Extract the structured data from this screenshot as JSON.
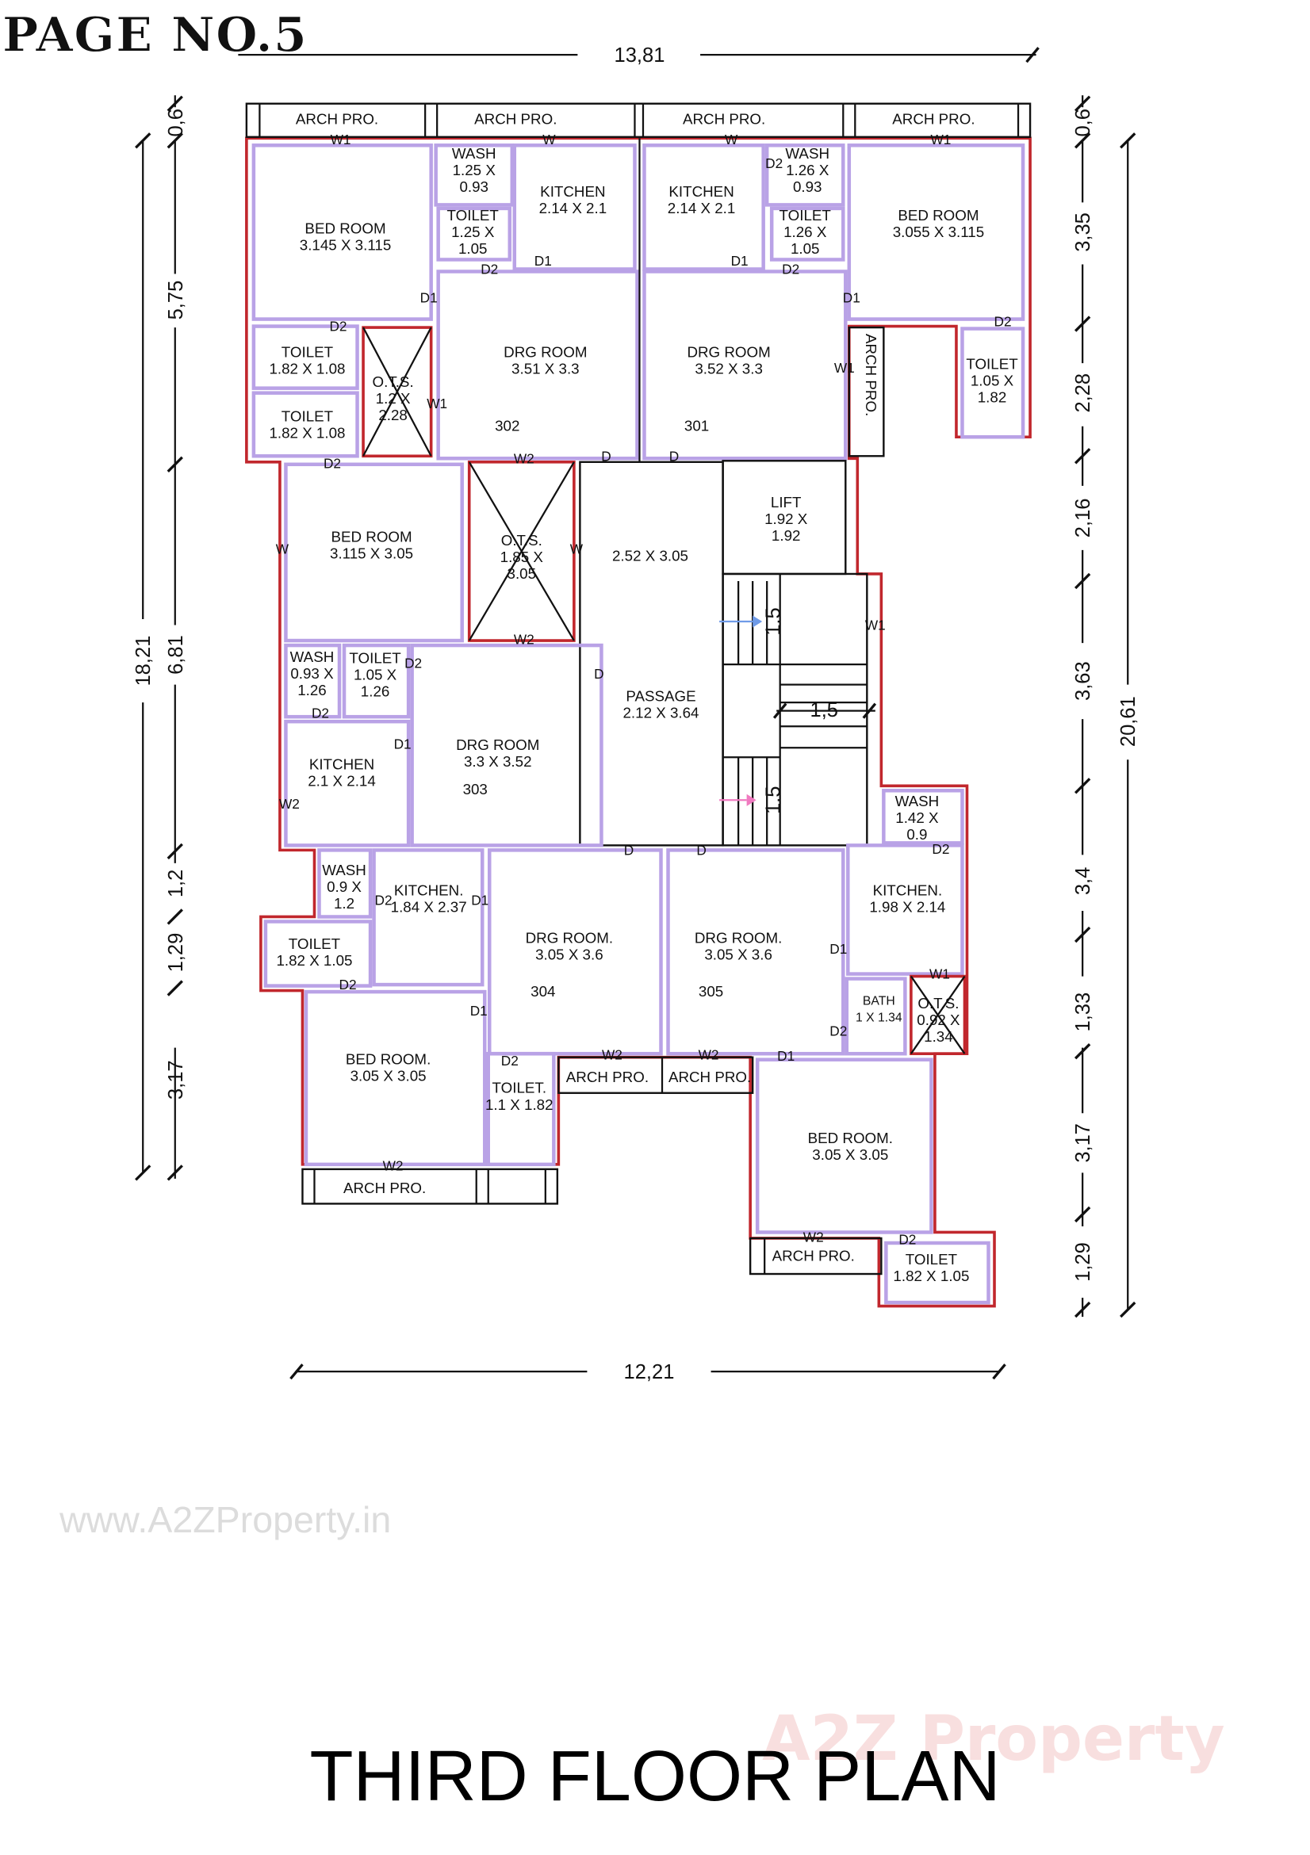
{
  "page_label": "PAGE NO.5",
  "title": "THIRD FLOOR PLAN",
  "watermark_url": "www.A2ZProperty.in",
  "logo_text": "A2Z Property",
  "colors": {
    "outer_wall": "#c1272d",
    "inner_wall": "#b9a2e6",
    "lines": "#111111",
    "up_arrow": "#6f9be8",
    "down_arrow": "#f07ac0"
  },
  "rooms": [
    {
      "lines": [
        "BED ROOM",
        "3.145 X 3.115"
      ]
    },
    {
      "lines": [
        "WASH",
        "1.25 X",
        "0.93"
      ]
    },
    {
      "lines": [
        "TOILET",
        "1.25 X",
        "1.05"
      ]
    },
    {
      "lines": [
        "KITCHEN",
        "2.14 X 2.1"
      ]
    },
    {
      "lines": [
        "TOILET",
        "1.82 X 1.08"
      ]
    },
    {
      "lines": [
        "TOILET",
        "1.82 X 1.08"
      ]
    },
    {
      "lines": [
        "O.T.S.",
        "1.2 X",
        "2.28"
      ]
    },
    {
      "lines": [
        "DRG ROOM",
        "3.51 X 3.3"
      ]
    },
    {
      "lines": [
        "302"
      ]
    },
    {
      "lines": [
        "KITCHEN",
        "2.14 X 2.1"
      ]
    },
    {
      "lines": [
        "WASH",
        "1.26 X",
        "0.93"
      ]
    },
    {
      "lines": [
        "TOILET",
        "1.26 X",
        "1.05"
      ]
    },
    {
      "lines": [
        "BED ROOM",
        "3.055 X 3.115"
      ]
    },
    {
      "lines": [
        "TOILET",
        "1.05 X",
        "1.82"
      ]
    },
    {
      "lines": [
        "DRG ROOM",
        "3.52 X 3.3"
      ]
    },
    {
      "lines": [
        "301"
      ]
    },
    {
      "lines": [
        "BED ROOM",
        "3.115 X 3.05"
      ]
    },
    {
      "lines": [
        "O.T.S.",
        "1.85 X",
        "3.05"
      ]
    },
    {
      "lines": [
        "2.52 X 3.05"
      ]
    },
    {
      "lines": [
        "LIFT",
        "1.92 X",
        "1.92"
      ]
    },
    {
      "lines": [
        "WASH",
        "0.93 X",
        "1.26"
      ]
    },
    {
      "lines": [
        "TOILET",
        "1.05 X",
        "1.26"
      ]
    },
    {
      "lines": [
        "PASSAGE",
        "2.12 X 3.64"
      ]
    },
    {
      "lines": [
        "DRG ROOM",
        "3.3 X 3.52"
      ]
    },
    {
      "lines": [
        "303"
      ]
    },
    {
      "lines": [
        "KITCHEN",
        "2.1 X 2.14"
      ]
    },
    {
      "lines": [
        "WASH",
        "0.9 X",
        "1.2"
      ]
    },
    {
      "lines": [
        "KITCHEN.",
        "1.84 X 2.37"
      ]
    },
    {
      "lines": [
        "TOILET",
        "1.82 X 1.05"
      ]
    },
    {
      "lines": [
        "DRG ROOM.",
        "3.05 X 3.6"
      ]
    },
    {
      "lines": [
        "304"
      ]
    },
    {
      "lines": [
        "DRG ROOM.",
        "3.05 X 3.6"
      ]
    },
    {
      "lines": [
        "305"
      ]
    },
    {
      "lines": [
        "BED ROOM.",
        "3.05 X 3.05"
      ]
    },
    {
      "lines": [
        "TOILET.",
        "1.1 X 1.82"
      ]
    },
    {
      "lines": [
        "WASH",
        "1.42 X",
        "0.9"
      ]
    },
    {
      "lines": [
        "KITCHEN.",
        "1.98 X 2.14"
      ]
    },
    {
      "lines": [
        "BATH",
        "1 X 1.34"
      ]
    },
    {
      "lines": [
        "O.T.S.",
        "0.92 X",
        "1.34"
      ]
    },
    {
      "lines": [
        "BED ROOM.",
        "3.05 X 3.05"
      ]
    },
    {
      "lines": [
        "TOILET",
        "1.82 X 1.05"
      ]
    }
  ],
  "arch_pro": [
    "ARCH PRO.",
    "ARCH PRO.",
    "ARCH PRO.",
    "ARCH PRO.",
    "ARCH PRO.",
    "ARCH PRO.",
    "ARCH PRO.",
    "ARCH PRO.",
    "ARCH PRO."
  ],
  "openings": [
    "W1",
    "W",
    "W",
    "W1",
    "D2",
    "D1",
    "D1",
    "D2",
    "W1",
    "W2",
    "D",
    "D2",
    "D2",
    "D1",
    "D2",
    "D1",
    "D2",
    "W1",
    "D",
    "W",
    "W",
    "W2",
    "W1",
    "D2",
    "D2",
    "D",
    "D1",
    "W2",
    "D",
    "D",
    "D2",
    "D1",
    "D2",
    "D1",
    "D2",
    "W2",
    "W2",
    "W2",
    "D2",
    "D1",
    "W1",
    "D2",
    "D1",
    "W2",
    "D2"
  ],
  "dimensions": {
    "top": "13,81",
    "bottom": "12,21",
    "left_total": "18,21",
    "left": [
      "0,6",
      "5,75",
      "6,81",
      "1,2",
      "1,29",
      "3,17"
    ],
    "right": [
      "0,6",
      "3,35",
      "2,28",
      "2,16",
      "3,63",
      "3,4",
      "1,33",
      "3,17",
      "1,29"
    ],
    "right_total": "20,61",
    "stairs": [
      "1.5",
      "1,5",
      "1.5"
    ]
  }
}
